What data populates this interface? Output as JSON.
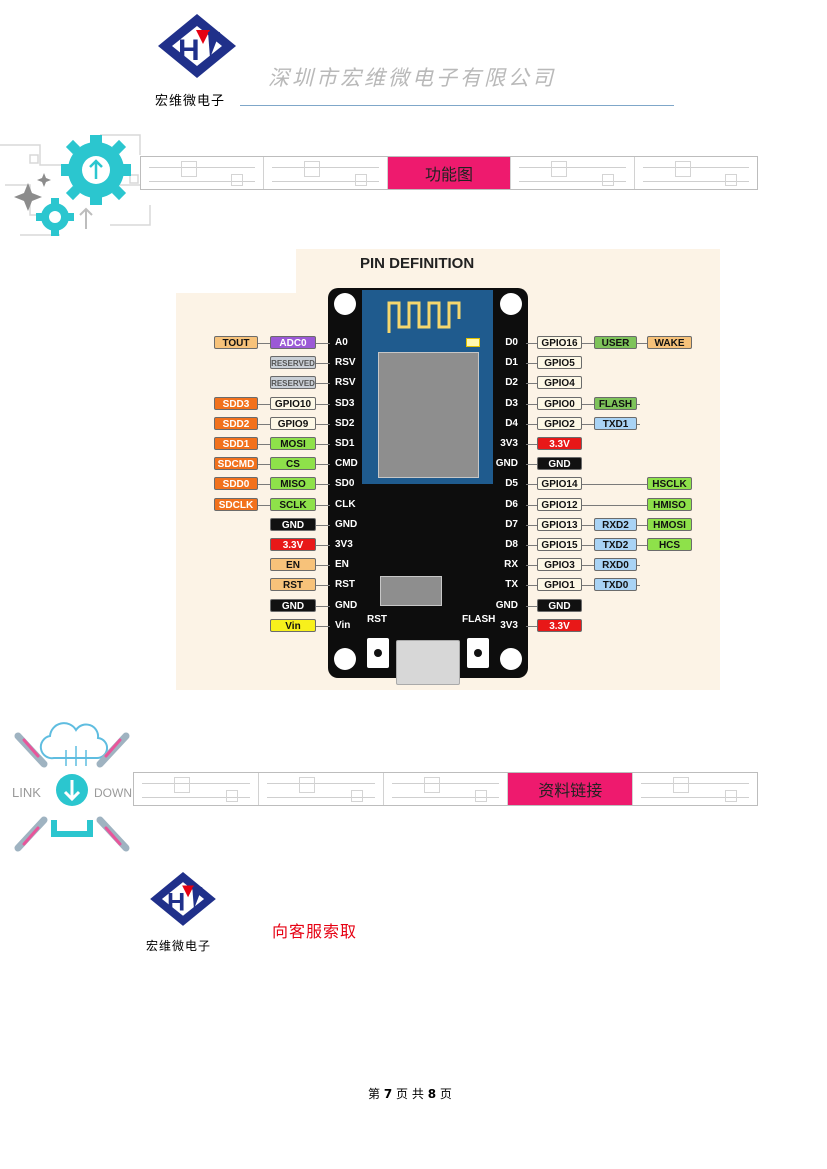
{
  "header": {
    "logo_caption": "宏维微电子",
    "company_name": "深圳市宏维微电子有限公司"
  },
  "section_function": {
    "title": "功能图"
  },
  "pin_diagram": {
    "title": "PIN DEFINITION",
    "button_rst": "RST",
    "button_flash": "FLASH",
    "left_pins": [
      {
        "pin": "A0",
        "labels": [
          {
            "text": "TOUT",
            "color": "#f7c27a",
            "fg": "#111"
          },
          {
            "text": "ADC0",
            "color": "#9b59d6",
            "fg": "#fff"
          }
        ]
      },
      {
        "pin": "RSV",
        "labels": [
          {
            "text": "RESERVED",
            "color": "#c9cfd6",
            "fg": "#555"
          }
        ]
      },
      {
        "pin": "RSV",
        "labels": [
          {
            "text": "RESERVED",
            "color": "#c9cfd6",
            "fg": "#555"
          }
        ]
      },
      {
        "pin": "SD3",
        "labels": [
          {
            "text": "SDD3",
            "color": "#f2711c",
            "fg": "#fff"
          },
          {
            "text": "GPIO10",
            "color": "#fdf8e6",
            "fg": "#111"
          }
        ]
      },
      {
        "pin": "SD2",
        "labels": [
          {
            "text": "SDD2",
            "color": "#f2711c",
            "fg": "#fff"
          },
          {
            "text": "GPIO9",
            "color": "#fdf8e6",
            "fg": "#111"
          }
        ]
      },
      {
        "pin": "SD1",
        "labels": [
          {
            "text": "SDD1",
            "color": "#f2711c",
            "fg": "#fff"
          },
          {
            "text": "MOSI",
            "color": "#8ee14a",
            "fg": "#111"
          }
        ]
      },
      {
        "pin": "CMD",
        "labels": [
          {
            "text": "SDCMD",
            "color": "#f2711c",
            "fg": "#fff"
          },
          {
            "text": "CS",
            "color": "#8ee14a",
            "fg": "#111"
          }
        ]
      },
      {
        "pin": "SD0",
        "labels": [
          {
            "text": "SDD0",
            "color": "#f2711c",
            "fg": "#fff"
          },
          {
            "text": "MISO",
            "color": "#8ee14a",
            "fg": "#111"
          }
        ]
      },
      {
        "pin": "CLK",
        "labels": [
          {
            "text": "SDCLK",
            "color": "#f2711c",
            "fg": "#fff"
          },
          {
            "text": "SCLK",
            "color": "#8ee14a",
            "fg": "#111"
          }
        ]
      },
      {
        "pin": "GND",
        "labels": [
          {
            "text": "GND",
            "color": "#111111",
            "fg": "#fff"
          }
        ]
      },
      {
        "pin": "3V3",
        "labels": [
          {
            "text": "3.3V",
            "color": "#e81818",
            "fg": "#fff"
          }
        ]
      },
      {
        "pin": "EN",
        "labels": [
          {
            "text": "EN",
            "color": "#f7c27a",
            "fg": "#111"
          }
        ]
      },
      {
        "pin": "RST",
        "labels": [
          {
            "text": "RST",
            "color": "#f7c27a",
            "fg": "#111"
          }
        ]
      },
      {
        "pin": "GND",
        "labels": [
          {
            "text": "GND",
            "color": "#111111",
            "fg": "#fff"
          }
        ]
      },
      {
        "pin": "Vin",
        "labels": [
          {
            "text": "Vin",
            "color": "#f7f01c",
            "fg": "#111"
          }
        ]
      }
    ],
    "right_pins": [
      {
        "pin": "D0",
        "labels": [
          {
            "text": "GPIO16",
            "color": "#fdf8e6",
            "fg": "#111"
          },
          {
            "text": "USER",
            "color": "#7ec35a",
            "fg": "#111"
          },
          {
            "text": "WAKE",
            "color": "#f7c27a",
            "fg": "#111"
          }
        ]
      },
      {
        "pin": "D1",
        "labels": [
          {
            "text": "GPIO5",
            "color": "#fdf8e6",
            "fg": "#111"
          }
        ]
      },
      {
        "pin": "D2",
        "labels": [
          {
            "text": "GPIO4",
            "color": "#fdf8e6",
            "fg": "#111"
          }
        ]
      },
      {
        "pin": "D3",
        "labels": [
          {
            "text": "GPIO0",
            "color": "#fdf8e6",
            "fg": "#111"
          },
          {
            "text": "FLASH",
            "color": "#7ec35a",
            "fg": "#111"
          }
        ]
      },
      {
        "pin": "D4",
        "labels": [
          {
            "text": "GPIO2",
            "color": "#fdf8e6",
            "fg": "#111"
          },
          {
            "text": "TXD1",
            "color": "#a9d3f5",
            "fg": "#111"
          }
        ]
      },
      {
        "pin": "3V3",
        "labels": [
          {
            "text": "3.3V",
            "color": "#e81818",
            "fg": "#fff"
          }
        ]
      },
      {
        "pin": "GND",
        "labels": [
          {
            "text": "GND",
            "color": "#111111",
            "fg": "#fff"
          }
        ]
      },
      {
        "pin": "D5",
        "labels": [
          {
            "text": "GPIO14",
            "color": "#fdf8e6",
            "fg": "#111"
          },
          {
            "text": "HSCLK",
            "color": "#8ee14a",
            "fg": "#111",
            "far": true
          }
        ]
      },
      {
        "pin": "D6",
        "labels": [
          {
            "text": "GPIO12",
            "color": "#fdf8e6",
            "fg": "#111"
          },
          {
            "text": "HMISO",
            "color": "#8ee14a",
            "fg": "#111",
            "far": true
          }
        ]
      },
      {
        "pin": "D7",
        "labels": [
          {
            "text": "GPIO13",
            "color": "#fdf8e6",
            "fg": "#111"
          },
          {
            "text": "RXD2",
            "color": "#a9d3f5",
            "fg": "#111"
          },
          {
            "text": "HMOSI",
            "color": "#8ee14a",
            "fg": "#111"
          }
        ]
      },
      {
        "pin": "D8",
        "labels": [
          {
            "text": "GPIO15",
            "color": "#fdf8e6",
            "fg": "#111"
          },
          {
            "text": "TXD2",
            "color": "#a9d3f5",
            "fg": "#111"
          },
          {
            "text": "HCS",
            "color": "#8ee14a",
            "fg": "#111"
          }
        ]
      },
      {
        "pin": "RX",
        "labels": [
          {
            "text": "GPIO3",
            "color": "#fdf8e6",
            "fg": "#111"
          },
          {
            "text": "RXD0",
            "color": "#a9d3f5",
            "fg": "#111"
          }
        ]
      },
      {
        "pin": "TX",
        "labels": [
          {
            "text": "GPIO1",
            "color": "#fdf8e6",
            "fg": "#111"
          },
          {
            "text": "TXD0",
            "color": "#a9d3f5",
            "fg": "#111"
          }
        ]
      },
      {
        "pin": "GND",
        "labels": [
          {
            "text": "GND",
            "color": "#111111",
            "fg": "#fff"
          }
        ]
      },
      {
        "pin": "3V3",
        "labels": [
          {
            "text": "3.3V",
            "color": "#e81818",
            "fg": "#fff"
          }
        ]
      }
    ]
  },
  "section_links": {
    "title": "资料链接",
    "icon_left_text": "LINK",
    "icon_right_text": "DOWN"
  },
  "contact": {
    "logo_caption": "宏维微电子",
    "text": "向客服索取"
  },
  "footer": {
    "prefix": "第",
    "current_page": "7",
    "mid": "页 共",
    "total_pages": "8",
    "suffix": "页"
  }
}
